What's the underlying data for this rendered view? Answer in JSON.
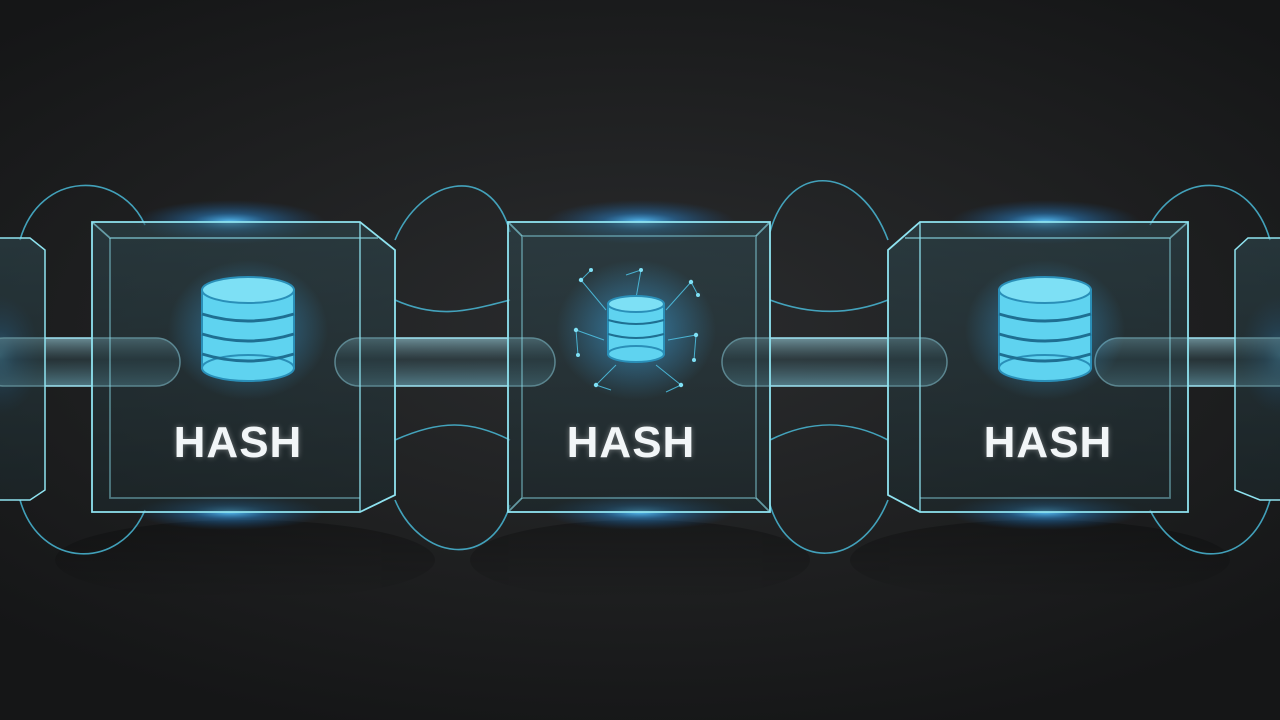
{
  "blocks": [
    {
      "label": "HASH",
      "icon": "database-icon"
    },
    {
      "label": "HASH",
      "icon": "database-network-icon"
    },
    {
      "label": "HASH",
      "icon": "database-icon"
    }
  ],
  "colors": {
    "background": "#1a1b1c",
    "glow": "#3fb8ff",
    "glass_edge": "#8fe3f0",
    "icon": "#5fd3f0"
  }
}
